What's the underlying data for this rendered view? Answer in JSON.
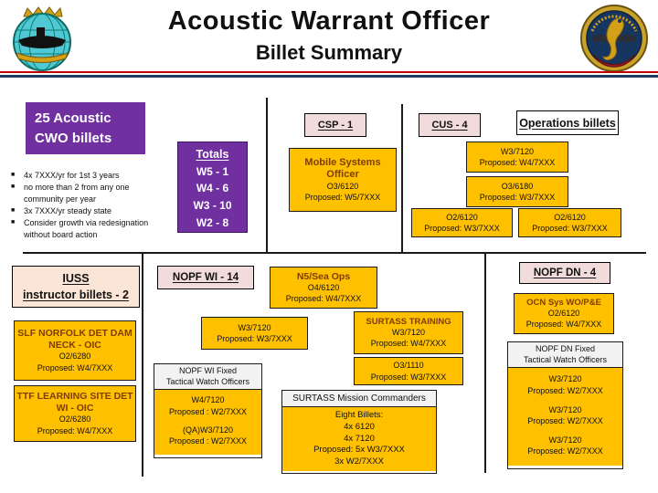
{
  "header": {
    "title": "Acoustic Warrant Officer",
    "subtitle": "Billet Summary",
    "left_logo": "submarine-training-center-crest",
    "right_logo": "undersea-surveillance-command-seal"
  },
  "colors": {
    "purple": "#7030A0",
    "gold": "#FFC000",
    "pink_header": "#F2DCDB",
    "cream_header": "#FBE5D6",
    "gray_header": "#F2F2F2",
    "billet_title_brown": "#7F3E00",
    "rule_red": "#C00000",
    "rule_navy": "#203864"
  },
  "summary": {
    "title": "25 Acoustic CWO billets",
    "bullets": [
      "4x 7XXX/yr for 1st 3 years",
      "no more than 2 from any one community per year",
      "3x 7XXX/yr steady state",
      "Consider growth via redesignation without board action"
    ],
    "totals": {
      "title": "Totals",
      "rows": [
        "W5  -  1",
        "W4  -  6",
        "W3  -  10",
        "W2  -  8"
      ]
    }
  },
  "csp": {
    "header": "CSP - 1",
    "mobile_systems": {
      "title": "Mobile Systems Officer",
      "code": "O3/6120",
      "proposed": "Proposed: W5/7XXX"
    }
  },
  "cus": {
    "header": "CUS - 4"
  },
  "operations": {
    "header": "Operations billets",
    "boxes": [
      {
        "code": "W3/7120",
        "proposed": "Proposed: W4/7XXX"
      },
      {
        "code": "O3/6180",
        "proposed": "Proposed: W3/7XXX"
      },
      {
        "code": "O2/6120",
        "proposed": "Proposed: W3/7XXX"
      },
      {
        "code": "O2/6120",
        "proposed": "Proposed: W3/7XXX"
      }
    ]
  },
  "iuss": {
    "header_line1": "IUSS",
    "header_line2": "instructor billets - 2",
    "slf": {
      "title": "SLF NORFOLK DET DAM NECK - OIC",
      "code": "O2/6280",
      "proposed": "Proposed: W4/7XXX"
    },
    "ttf": {
      "title": "TTF LEARNING SITE DET WI - OIC",
      "code": "O2/6280",
      "proposed": "Proposed: W4/7XXX"
    }
  },
  "nopf_wi": {
    "header": "NOPF WI - 14",
    "n5_sea_ops": {
      "title": "N5/Sea Ops",
      "code": "O4/6120",
      "proposed": "Proposed: W4/7XXX"
    },
    "w3_box": {
      "code": "W3/7120",
      "proposed": "Proposed: W3/7XXX"
    },
    "fixed": {
      "header_line1": "NOPF WI Fixed",
      "header_line2": "Tactical Watch Officers",
      "entries": [
        {
          "code": "W4/7120",
          "proposed": "Proposed : W2/7XXX"
        },
        {
          "code": "(QA)W3/7120",
          "proposed": "Proposed : W2/7XXX"
        }
      ]
    },
    "surtass_training": {
      "title": "SURTASS TRAINING",
      "code": "W3/7120",
      "proposed": "Proposed: W4/7XXX"
    },
    "o3_1110": {
      "code": "O3/1110",
      "proposed": "Proposed: W3/7XXX"
    },
    "mission_commanders": {
      "header": "SURTASS Mission Commanders",
      "lines": [
        "Eight Billets:",
        "4x 6120",
        "4x 7120",
        "Proposed: 5x  W3/7XXX",
        "3x  W2/7XXX"
      ]
    }
  },
  "nopf_dn": {
    "header": "NOPF DN - 4",
    "ocn_sys": {
      "title": "OCN Sys WO/P&E",
      "code": "O2/6120",
      "proposed": "Proposed: W4/7XXX"
    },
    "fixed": {
      "header_line1": "NOPF DN Fixed",
      "header_line2": "Tactical Watch Officers",
      "entries": [
        {
          "code": "W3/7120",
          "proposed": "Proposed: W2/7XXX"
        },
        {
          "code": "W3/7120",
          "proposed": "Proposed: W2/7XXX"
        },
        {
          "code": "W3/7120",
          "proposed": "Proposed: W2/7XXX"
        }
      ]
    }
  }
}
